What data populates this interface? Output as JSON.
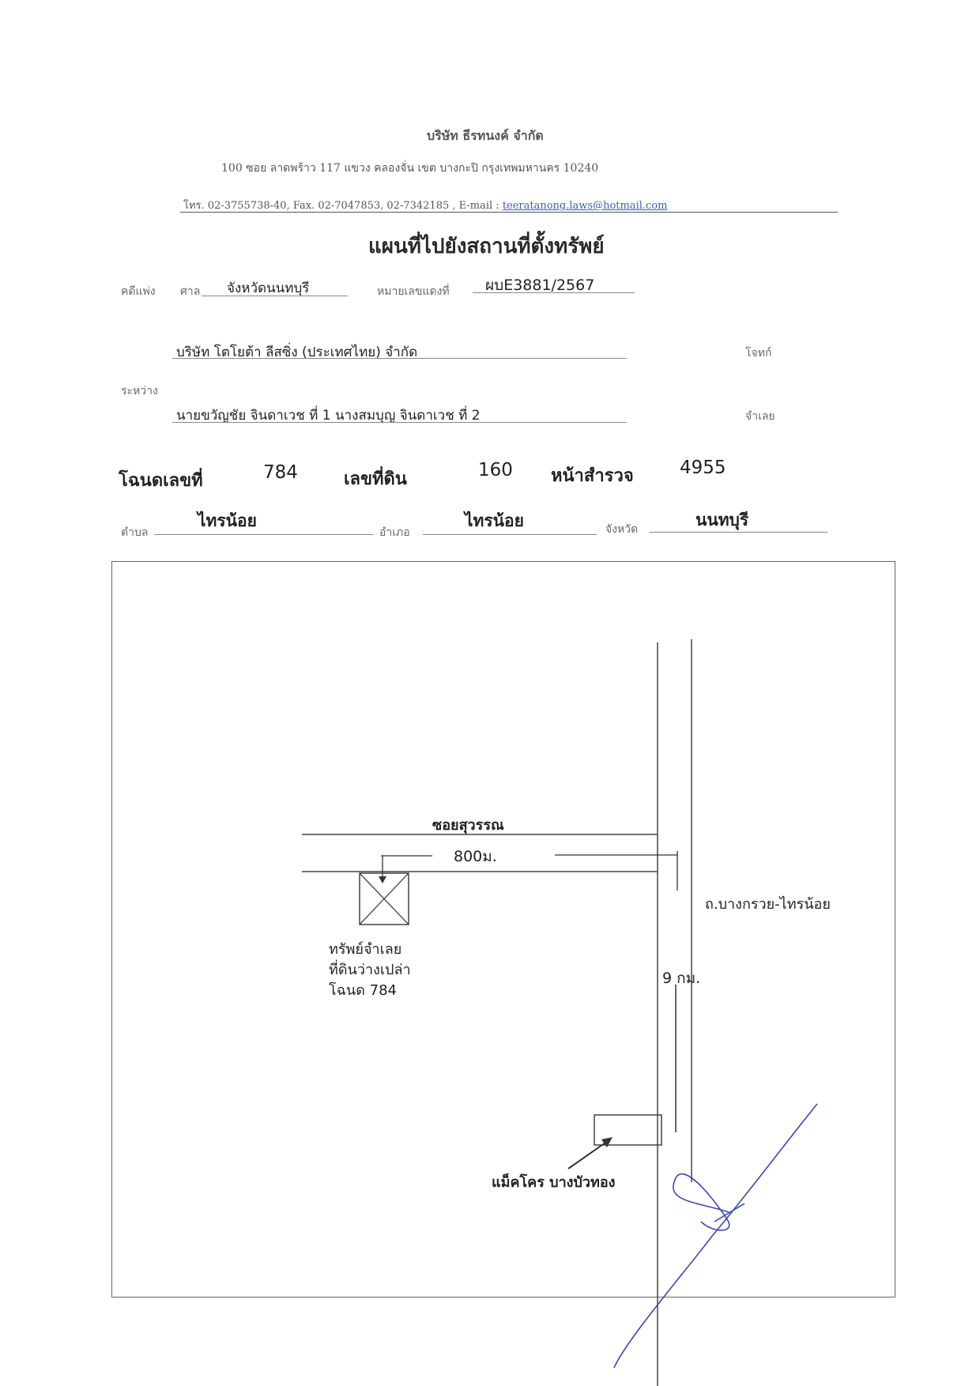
{
  "letterhead": {
    "company": "บริษัท ธีรทนงค์ จำกัด",
    "address": "100 ซอย ลาดพร้าว 117 แขวง คลองจั่น เขต บางกะปิ กรุงเทพมหานคร 10240",
    "contact_prefix": "โทร. 02-3755738-40, Fax. 02-7047853, 02-7342185 , E-mail : ",
    "email": "teeratanong.laws@hotmail.com"
  },
  "title": "แผนที่ไปยังสถานที่ตั้งทรัพย์",
  "case": {
    "case_label": "คดีแพ่ง",
    "court_label": "ศาล",
    "court_value": "จังหวัดนนทบุรี",
    "number_label": "หมายเลขแดงที่",
    "number_value": "ผบE3881/2567"
  },
  "parties": {
    "plaintiff_value": "บริษัท โตโยต้า ลีสซิ่ง (ประเทศไทย) จำกัด",
    "plaintiff_label": "โจทก์",
    "between_label": "ระหว่าง",
    "defendant_value": "นายขวัญชัย จินดาเวช ที่ 1 นางสมบุญ จินดาเวช ที่ 2",
    "defendant_label": "จำเลย"
  },
  "deed": {
    "deed_label": "โฉนดเลขที่",
    "deed_value": "784",
    "land_label": "เลขที่ดิน",
    "land_value": "160",
    "survey_label": "หน้าสำรวจ",
    "survey_value": "4955"
  },
  "location": {
    "tambon_label": "ตำบล",
    "tambon_value": "ไทรน้อย",
    "amphoe_label": "อำเภอ",
    "amphoe_value": "ไทรน้อย",
    "province_label": "จังหวัด",
    "province_value": "นนทบุรี"
  },
  "map": {
    "soi_name": "ซอยสุวรรณ",
    "soi_distance": "800ม.",
    "main_road_name": "ถ.บางกรวย-ไทรน้อย",
    "main_road_distance": "9 กม.",
    "property_lines": [
      "ทรัพย์จำเลย",
      "ที่ดินว่างเปล่า",
      "โฉนด 784"
    ],
    "landmark": "แม็คโคร บางบัวทอง",
    "signature_color": "#3b46b5"
  }
}
